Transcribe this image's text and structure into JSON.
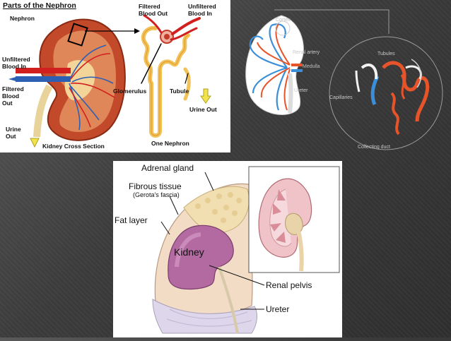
{
  "slide": {
    "background": "#3f3f3f"
  },
  "nephron_figure": {
    "title": "Parts of the Nephron",
    "labels": {
      "nephron": "Nephron",
      "filtered_out": "Filtered\nBlood Out",
      "unfiltered_in_top": "Unfiltered\nBlood In",
      "unfiltered_in_left": "Unfiltered\nBlood In",
      "filtered_out_left": "Filtered\nBlood\nOut",
      "urine_out_left": "Urine\nOut",
      "glomerulus": "Glomerulus",
      "tubule": "Tubule",
      "urine_out": "Urine Out",
      "cross_section": "Kidney Cross Section",
      "one_nephron": "One Nephron"
    }
  },
  "circulation_figure": {
    "labels": {
      "cortex": "Cortex",
      "medulla": "Medulla",
      "renal_artery": "Renal artery",
      "ureter": "Ureter",
      "tubules": "Tubules",
      "capillaries": "Capillaries",
      "collecting_duct": "Collecting duct"
    }
  },
  "kidney_figure": {
    "labels": {
      "adrenal_gland": "Adrenal gland",
      "fibrous_tissue": "Fibrous tissue",
      "gerotas_fascia": "(Gerota's fascia)",
      "fat_layer": "Fat layer",
      "kidney": "Kidney",
      "renal_pelvis": "Renal pelvis",
      "ureter": "Ureter"
    }
  }
}
